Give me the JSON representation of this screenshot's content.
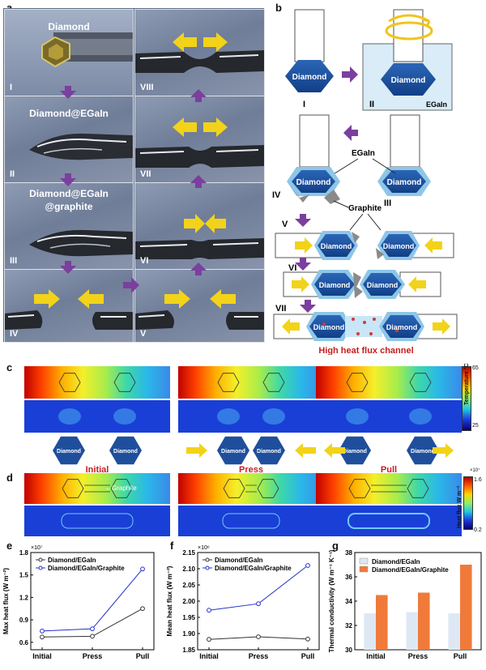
{
  "panel_labels": {
    "a": "a",
    "b": "b",
    "c": "c",
    "d": "d",
    "e": "e",
    "f": "f",
    "g": "g"
  },
  "panel_a": {
    "cells": [
      {
        "roman": "I",
        "label": "Diamond"
      },
      {
        "roman": "II",
        "label": "Diamond@EGaIn"
      },
      {
        "roman": "III",
        "label": "Diamond@EGaIn @graphite"
      },
      {
        "roman": "IV",
        "label": ""
      },
      {
        "roman": "V",
        "label": ""
      },
      {
        "roman": "VI",
        "label": ""
      },
      {
        "roman": "VII",
        "label": ""
      },
      {
        "roman": "VIII",
        "label": ""
      }
    ],
    "line1_III": "Diamond@EGaIn",
    "line2_III": "@graphite"
  },
  "panel_b": {
    "diamond": "Diamond",
    "egain": "EGaIn",
    "graphite": "Graphite",
    "steps": [
      "I",
      "II",
      "III",
      "IV",
      "V",
      "VI",
      "VII"
    ],
    "caption": "High heat flux channel"
  },
  "panel_c": {
    "states": [
      "Initial",
      "Press",
      "Pull"
    ],
    "diamond": "Diamond",
    "colorbar_label": "Temperature °C",
    "colorbar_max": "65",
    "colorbar_min": "25"
  },
  "panel_d": {
    "graphite_label": "Graphite",
    "colorbar_label": "Heat flux W m⁻²",
    "colorbar_exp": "×10⁷",
    "colorbar_max": "1.6",
    "colorbar_min": "0.2"
  },
  "colors": {
    "diamond": "#1f4f9c",
    "egain": "#8ec6e8",
    "arrow_yellow": "#f2d319",
    "arrow_purple": "#7b3f9e",
    "red": "#c81e1e"
  },
  "chart_data": [
    {
      "type": "line",
      "panel": "e",
      "x": [
        "Initial",
        "Press",
        "Pull"
      ],
      "ylabel": "Max heat flux (W m⁻²)",
      "y_exponent": "×10⁷",
      "ylim": [
        0.5,
        1.8
      ],
      "yticks": [
        "0.6",
        "0.9",
        "1.2",
        "1.5",
        "1.8"
      ],
      "series": [
        {
          "name": "Diamond/EGaIn",
          "values": [
            0.67,
            0.68,
            1.05
          ],
          "color": "#333333"
        },
        {
          "name": "Diamond/EGaIn/Graphite",
          "values": [
            0.75,
            0.78,
            1.58
          ],
          "color": "#2230c8"
        }
      ]
    },
    {
      "type": "line",
      "panel": "f",
      "x": [
        "Initial",
        "Press",
        "Pull"
      ],
      "ylabel": "Mean heat flux (W m⁻²)",
      "y_exponent": "×10⁶",
      "ylim": [
        1.85,
        2.15
      ],
      "yticks": [
        "1.85",
        "1.90",
        "1.95",
        "2.00",
        "2.05",
        "2.10",
        "2.15"
      ],
      "series": [
        {
          "name": "Diamond/EGaIn",
          "values": [
            1.882,
            1.89,
            1.883
          ],
          "color": "#333333"
        },
        {
          "name": "Diamond/EGaIn/Graphite",
          "values": [
            1.972,
            1.992,
            2.11
          ],
          "color": "#2230c8"
        }
      ]
    },
    {
      "type": "bar",
      "panel": "g",
      "categories": [
        "Initial",
        "Press",
        "Pull"
      ],
      "ylabel": "Thermal conductivity (W m⁻¹ K⁻¹)",
      "ylim": [
        30,
        38
      ],
      "yticks": [
        "30",
        "32",
        "34",
        "36",
        "38"
      ],
      "series": [
        {
          "name": "Diamond/EGaIn",
          "values": [
            33.0,
            33.1,
            33.0
          ],
          "color": "#dde8f4"
        },
        {
          "name": "Diamond/EGaIn/Graphite",
          "values": [
            34.5,
            34.7,
            37.0
          ],
          "color": "#f07a3a"
        }
      ]
    }
  ]
}
